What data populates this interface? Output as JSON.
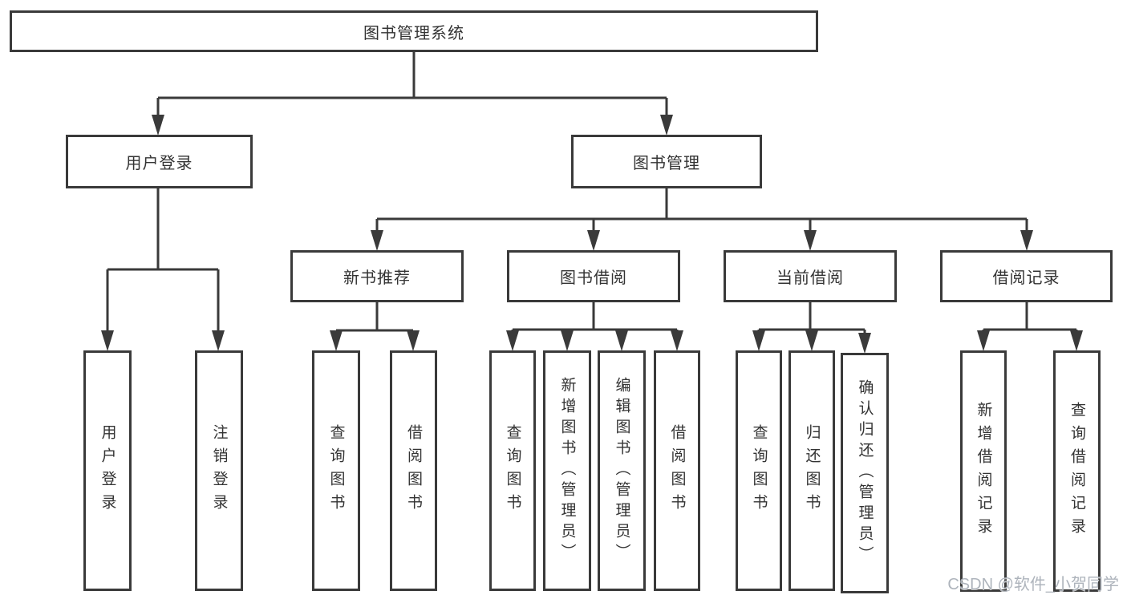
{
  "watermark": "CSDN @软件_小贺同学",
  "colors": {
    "line": "#3a3a3a",
    "border": "#3a3a3a",
    "text": "#333333",
    "background": "#ffffff",
    "watermark": "#aab0b8"
  },
  "tree": {
    "root": {
      "label": "图书管理系统",
      "children": [
        {
          "label": "用户登录",
          "children": [
            {
              "label": "用户登录"
            },
            {
              "label": "注销登录"
            }
          ]
        },
        {
          "label": "图书管理",
          "children": [
            {
              "label": "新书推荐",
              "children": [
                {
                  "label": "查询图书"
                },
                {
                  "label": "借阅图书"
                }
              ]
            },
            {
              "label": "图书借阅",
              "children": [
                {
                  "label": "查询图书"
                },
                {
                  "label": "新增图书（管理员）"
                },
                {
                  "label": "编辑图书（管理员）"
                },
                {
                  "label": "借阅图书"
                }
              ]
            },
            {
              "label": "当前借阅",
              "children": [
                {
                  "label": "查询图书"
                },
                {
                  "label": "归还图书"
                },
                {
                  "label": "确认归还（管理员）"
                }
              ]
            },
            {
              "label": "借阅记录",
              "children": [
                {
                  "label": "新增借阅记录"
                },
                {
                  "label": "查询借阅记录"
                }
              ]
            }
          ]
        }
      ]
    }
  }
}
